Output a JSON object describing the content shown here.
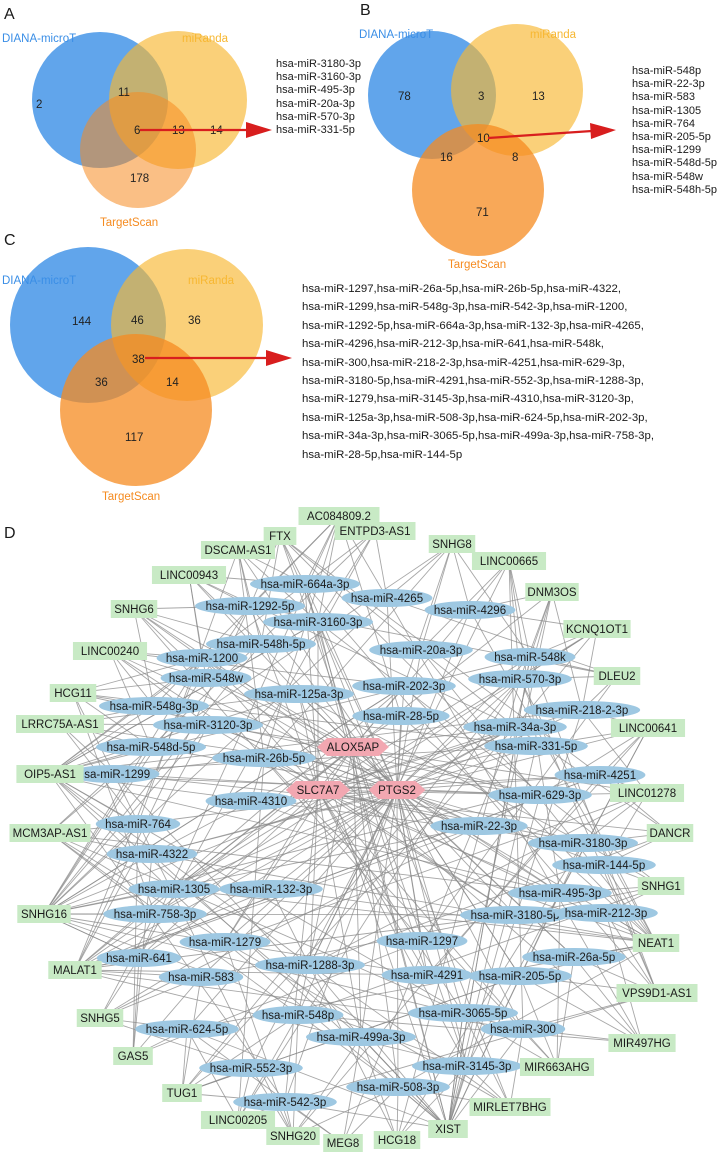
{
  "colors": {
    "diana": "#3a8ee6",
    "miranda": "#f7b731",
    "targetscan": "#f58b20",
    "arrow": "#d81e1e",
    "mirna_node": "#9ec8e2",
    "lncrna_node": "#c8eac5",
    "gene_node": "#f2a7b1",
    "edge": "#8a8a8a"
  },
  "panels": {
    "A": {
      "letter": "A",
      "labels": {
        "diana": "DIANA-microT",
        "miranda": "miRanda",
        "targetscan": "TargetScan"
      },
      "counts": {
        "diana_only": "2",
        "diana_miranda": "11",
        "all": "6",
        "miranda_ts": "13",
        "miranda_only": "14",
        "ts_only": "178"
      },
      "list": [
        "hsa-miR-3180-3p",
        "hsa-miR-3160-3p",
        "hsa-miR-495-3p",
        "hsa-miR-20a-3p",
        "hsa-miR-570-3p",
        "hsa-miR-331-5p"
      ]
    },
    "B": {
      "letter": "B",
      "labels": {
        "diana": "DIANA-microT",
        "miranda": "miRanda",
        "targetscan": "TargetScan"
      },
      "counts": {
        "diana_only": "78",
        "diana_miranda": "3",
        "miranda_only": "13",
        "all": "10",
        "diana_ts": "16",
        "miranda_ts": "8",
        "ts_only": "71"
      },
      "list": [
        "hsa-miR-548p",
        "hsa-miR-22-3p",
        "hsa-miR-583",
        "hsa-miR-1305",
        "hsa-miR-764",
        "hsa-miR-205-5p",
        "hsa-miR-1299",
        "hsa-miR-548d-5p",
        "hsa-miR-548w",
        "hsa-miR-548h-5p"
      ]
    },
    "C": {
      "letter": "C",
      "labels": {
        "diana": "DIANA-microT",
        "miranda": "miRanda",
        "targetscan": "TargetScan"
      },
      "counts": {
        "diana_only": "144",
        "diana_miranda": "46",
        "miranda_only": "36",
        "all": "38",
        "diana_ts": "36",
        "miranda_ts": "14",
        "ts_only": "117"
      },
      "list": [
        "hsa-miR-1297,hsa-miR-26a-5p,hsa-miR-26b-5p,hsa-miR-4322,",
        "hsa-miR-1299,hsa-miR-548g-3p,hsa-miR-542-3p,hsa-miR-1200,",
        "hsa-miR-1292-5p,hsa-miR-664a-3p,hsa-miR-132-3p,hsa-miR-4265,",
        "hsa-miR-4296,hsa-miR-212-3p,hsa-miR-641,hsa-miR-548k,",
        "hsa-miR-300,hsa-miR-218-2-3p,hsa-miR-4251,hsa-miR-629-3p,",
        "hsa-miR-3180-5p,hsa-miR-4291,hsa-miR-552-3p,hsa-miR-1288-3p,",
        "hsa-miR-1279,hsa-miR-3145-3p,hsa-miR-4310,hsa-miR-3120-3p,",
        "hsa-miR-125a-3p,hsa-miR-508-3p,hsa-miR-624-5p,hsa-miR-202-3p,",
        "hsa-miR-34a-3p,hsa-miR-3065-5p,hsa-miR-499a-3p,hsa-miR-758-3p,",
        "hsa-miR-28-5p,hsa-miR-144-5p"
      ]
    },
    "D": {
      "letter": "D",
      "genes": [
        "ALOX5AP",
        "SLC7A7",
        "PTGS2"
      ],
      "mirnas": [
        "hsa-miR-664a-3p",
        "hsa-miR-4265",
        "hsa-miR-1292-5p",
        "hsa-miR-4296",
        "hsa-miR-3160-3p",
        "hsa-miR-548h-5p",
        "hsa-miR-1200",
        "hsa-miR-20a-3p",
        "hsa-miR-548k",
        "hsa-miR-548w",
        "hsa-miR-202-3p",
        "hsa-miR-570-3p",
        "hsa-miR-125a-3p",
        "hsa-miR-548g-3p",
        "hsa-miR-3120-3p",
        "hsa-miR-28-5p",
        "hsa-miR-218-2-3p",
        "hsa-miR-548d-5p",
        "hsa-miR-34a-3p",
        "hsa-miR-26b-5p",
        "hsa-miR-331-5p",
        "hsa-miR-1299",
        "hsa-miR-4251",
        "hsa-miR-4310",
        "hsa-miR-629-3p",
        "hsa-miR-764",
        "hsa-miR-22-3p",
        "hsa-miR-4322",
        "hsa-miR-3180-3p",
        "hsa-miR-144-5p",
        "hsa-miR-1305",
        "hsa-miR-132-3p",
        "hsa-miR-495-3p",
        "hsa-miR-758-3p",
        "hsa-miR-3180-5p",
        "hsa-miR-212-3p",
        "hsa-miR-1279",
        "hsa-miR-1297",
        "hsa-miR-641",
        "hsa-miR-26a-5p",
        "hsa-miR-1288-3p",
        "hsa-miR-583",
        "hsa-miR-4291",
        "hsa-miR-205-5p",
        "hsa-miR-3065-5p",
        "hsa-miR-548p",
        "hsa-miR-300",
        "hsa-miR-624-5p",
        "hsa-miR-499a-3p",
        "hsa-miR-552-3p",
        "hsa-miR-3145-3p",
        "hsa-miR-508-3p",
        "hsa-miR-542-3p"
      ],
      "lncrnas": [
        "AC084809.2",
        "ENTPD3-AS1",
        "FTX",
        "DSCAM-AS1",
        "SNHG8",
        "LINC00665",
        "LINC00943",
        "DNM3OS",
        "SNHG6",
        "KCNQ1OT1",
        "LINC00240",
        "DLEU2",
        "HCG11",
        "LRRC75A-AS1",
        "LINC00641",
        "OIP5-AS1",
        "LINC01278",
        "DANCR",
        "MCM3AP-AS1",
        "SNHG1",
        "SNHG16",
        "NEAT1",
        "MALAT1",
        "VPS9D1-AS1",
        "SNHG5",
        "MIR497HG",
        "GAS5",
        "MIR663AHG",
        "TUG1",
        "MIRLET7BHG",
        "LINC00205",
        "XIST",
        "SNHG20",
        "MEG8",
        "HCG18"
      ]
    }
  }
}
